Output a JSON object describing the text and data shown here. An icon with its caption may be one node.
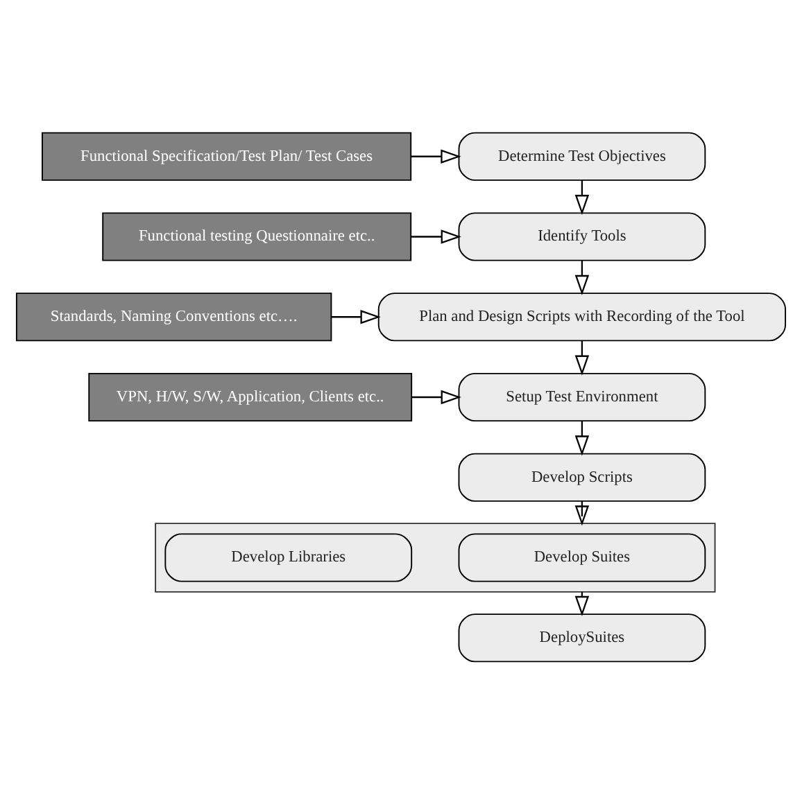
{
  "diagram": {
    "nodes": [
      {
        "text": [
          "Determine Test Objectives"
        ]
      },
      {
        "text": [
          "Functional Specification/Test Plan/ Test Cases"
        ]
      },
      {
        "text": [
          "Identify Tools"
        ]
      },
      {
        "text": [
          "Functional testing Questionnaire etc.."
        ]
      },
      {
        "text": [
          "Plan and Design Scripts with Recording of the Tool"
        ]
      },
      {
        "text": [
          "Standards, Naming Conventions etc…."
        ]
      },
      {
        "text": [
          "Setup Test Environment"
        ]
      },
      {
        "text": [
          "VPN, H/W, S/W, Application, Clients etc.."
        ]
      },
      {
        "text": [
          "Develop Scripts"
        ]
      },
      {
        "text": [],
        "shape": "box"
      },
      {
        "text": [
          "Develop Suites"
        ],
        "in": 9
      },
      {
        "text": [
          "Develop Libraries"
        ],
        "in": 9
      },
      {
        "text": [
          "DeploySuites"
        ]
      }
    ],
    "edges": [
      {
        "from": 1,
        "to": 0,
        "arrow": "to"
      },
      {
        "from": 0,
        "to": 2,
        "arrow": "to"
      },
      {
        "from": 3,
        "to": 2,
        "arrow": "to"
      },
      {
        "from": 2,
        "to": 4,
        "arrow": "to"
      },
      {
        "from": 5,
        "to": 4,
        "arrow": "to"
      },
      {
        "from": 4,
        "to": 6,
        "arrow": "to"
      },
      {
        "from": 7,
        "to": 6,
        "arrow": "to"
      },
      {
        "from": 6,
        "to": 8,
        "arrow": "to"
      },
      {
        "from": 8,
        "to": 9,
        "arrow": "to"
      },
      {
        "from": 9,
        "to": 12,
        "arrow": "to"
      }
    ]
  }
}
